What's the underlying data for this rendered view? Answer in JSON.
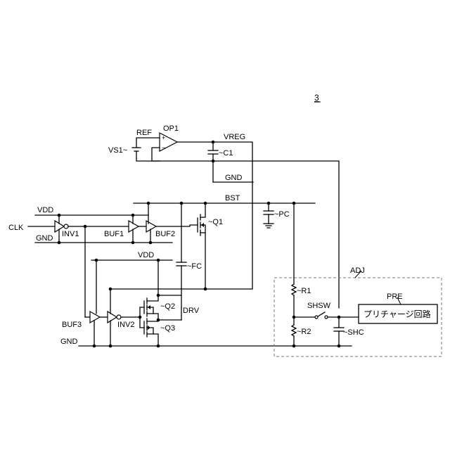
{
  "figure_number": "3",
  "labels": {
    "ref": "REF",
    "op1": "OP1",
    "vreg": "VREG",
    "vs1": "VS1~",
    "c1": "~C1",
    "gnd_top": "GND",
    "bst": "BST",
    "vdd_left": "VDD",
    "clk": "CLK",
    "inv1": "INV1",
    "buf1": "BUF1",
    "buf2": "BUF2",
    "gnd_left": "GND",
    "q1": "~Q1",
    "pc": "~PC",
    "vdd_mid": "VDD",
    "fc": "~FC",
    "adj": "ADJ",
    "r1": "~R1",
    "pre": "PRE",
    "shsw": "SHSW",
    "q2": "~Q2",
    "drv": "DRV",
    "buf3": "BUF3",
    "inv2": "INV2",
    "q3": "~Q3",
    "r2": "~R2",
    "shc": "~SHC",
    "gnd_bottom": "GND",
    "precharge_block": "プリチャージ回路"
  }
}
